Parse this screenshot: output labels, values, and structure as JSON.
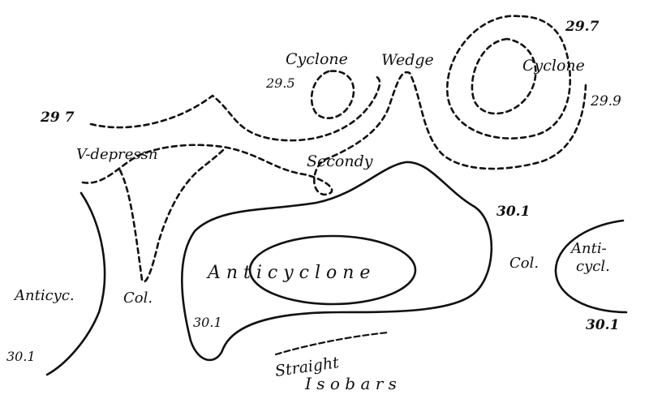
{
  "labels": {
    "cyclone_left": "Cyclone",
    "wedge": "Wedge",
    "cyclone_right": "Cyclone",
    "iso_297_top": "29.7",
    "iso_295": "29.5",
    "iso_297_left": "29 7",
    "iso_299": "29.9",
    "v_depression": "V-depressn",
    "secondary": "Secondy",
    "iso_301_right": "30.1",
    "anticyclone": "A n t i c y c l o n e",
    "col_mid": "Col.",
    "col_left": "Col.",
    "anticyc_left": "Anticyc.",
    "anticycl_right_1": "Anti-",
    "anticycl_right_2": "cycl.",
    "iso_301_bottom": "30.1",
    "iso_301_far_left": "30.1",
    "iso_301_far_right": "30.1",
    "straight_1": "Straight",
    "straight_2": "I s o b a r s"
  }
}
